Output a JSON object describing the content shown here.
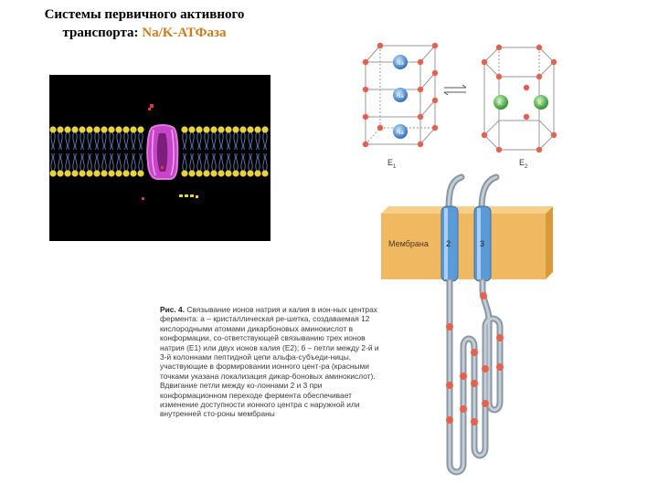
{
  "slide": {
    "title_line1": "Системы первичного активного",
    "title_line2_prefix": "транспорта: ",
    "title_line2_accent": "Na/K-АТФаза"
  },
  "figure": {
    "ion_na": "Na",
    "ion_k": "K",
    "state_e1": "E",
    "state_e2": "E",
    "state_e1_sub": "1",
    "state_e2_sub": "2",
    "membrane_label": "Мембрана",
    "column2_label": "2",
    "column3_label": "3",
    "caption_lead": "Рис. 4.",
    "caption_text": "Связывание ионов натрия и калия в ион-ных центрах фермента: а – кристаллическая ре-шетка, создаваемая 12 кислородными атомами дикарбоновых аминокислот в конформации, со-ответствующей связыванию трех ионов натрия (E1) или двух ионов калия (E2); б – петли между 2-й и 3-й колоннами пептидной цепи альфа-субъеди-ницы, участвующие в формировании ионного цент-ра (красными точками указана локализация дикар-боновых аминокислот). Вдвигание петли между ко-лоннами 2 и 3 при конформационном переходе фермента обеспечивает изменение доступности ионного центра с наружной или внутренней сто-роны мембраны"
  },
  "colors": {
    "accent": "#d07a1a",
    "node_red": "#e8604c",
    "membrane_tan": "#f0b860",
    "helix_blue": "#5a9ad8",
    "na_blue": "#4b8fd6",
    "k_green": "#43b04a",
    "lipid_head": "#e8d23a",
    "channel_magenta": "#d04fd0"
  }
}
